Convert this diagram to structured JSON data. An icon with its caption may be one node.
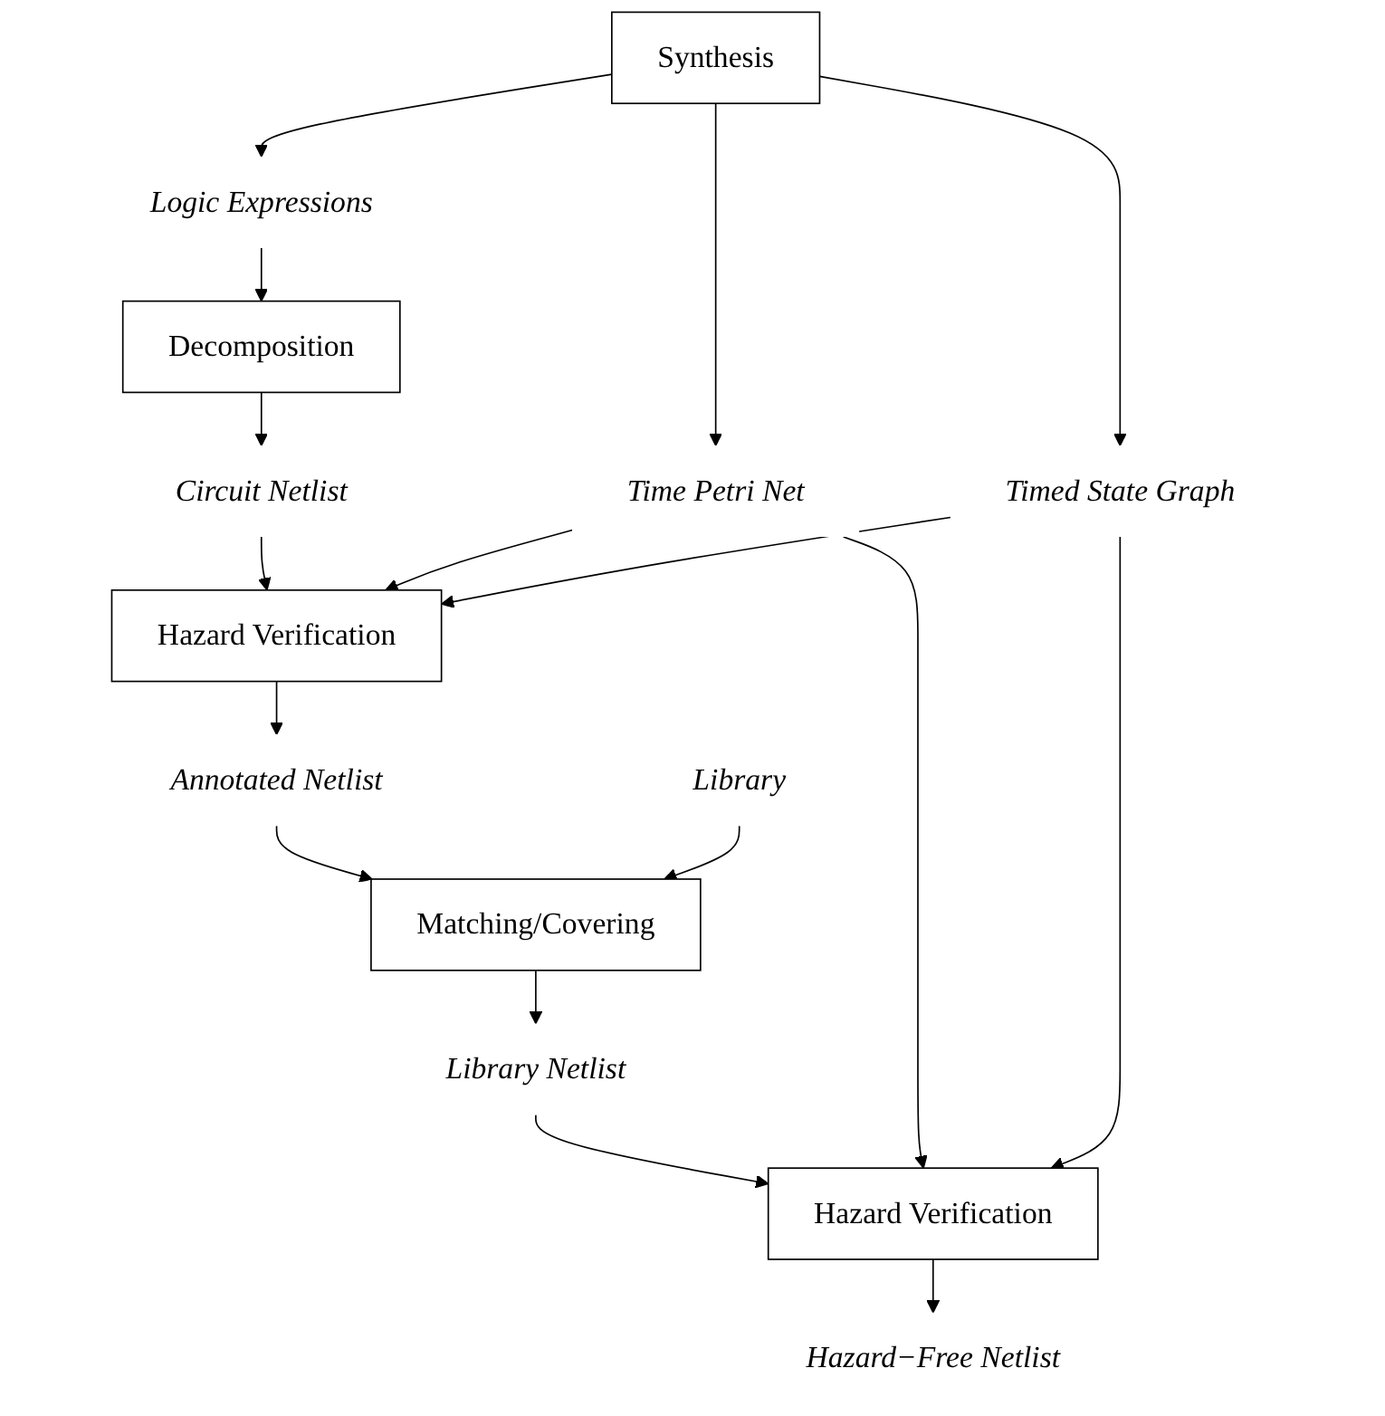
{
  "diagram": {
    "nodes": [
      {
        "text": [
          "Synthesis"
        ]
      },
      {
        "text": [
          "Logic Expressions"
        ]
      },
      {
        "text": [
          "Time Petri Net"
        ]
      },
      {
        "text": [
          "Decomposition"
        ]
      },
      {
        "text": [
          "Timed State Graph"
        ]
      },
      {
        "text": [
          "Circuit Netlist"
        ]
      },
      {
        "text": [
          "Hazard Verification"
        ]
      },
      {
        "text": [
          "Library"
        ]
      },
      {
        "text": [
          "Annotated Netlist"
        ]
      },
      {
        "text": [
          "Matching/Covering"
        ]
      },
      {
        "text": [
          "Library Netlist"
        ]
      },
      {
        "text": [
          "Hazard Verification"
        ]
      },
      {
        "text": [
          "Hazard−Free Netlist"
        ]
      }
    ],
    "edges": [
      {
        "from": 0,
        "to": 1,
        "arrow": "to"
      },
      {
        "from": 0,
        "to": 2,
        "arrow": "to"
      },
      {
        "from": 0,
        "to": 4,
        "arrow": "to"
      },
      {
        "from": 1,
        "to": 3,
        "arrow": "to"
      },
      {
        "from": 3,
        "to": 5,
        "arrow": "to"
      },
      {
        "from": 5,
        "to": 6,
        "arrow": "to"
      },
      {
        "from": 2,
        "to": 6,
        "arrow": "to"
      },
      {
        "from": 4,
        "to": 6,
        "arrow": "to"
      },
      {
        "from": 6,
        "to": 8,
        "arrow": "to"
      },
      {
        "from": 8,
        "to": 9,
        "arrow": "to"
      },
      {
        "from": 7,
        "to": 9,
        "arrow": "to"
      },
      {
        "from": 9,
        "to": 10,
        "arrow": "to"
      },
      {
        "from": 10,
        "to": 11,
        "arrow": "to"
      },
      {
        "from": 2,
        "to": 11,
        "arrow": "to"
      },
      {
        "from": 4,
        "to": 11,
        "arrow": "to"
      },
      {
        "from": 11,
        "to": 12,
        "arrow": "to"
      }
    ]
  }
}
